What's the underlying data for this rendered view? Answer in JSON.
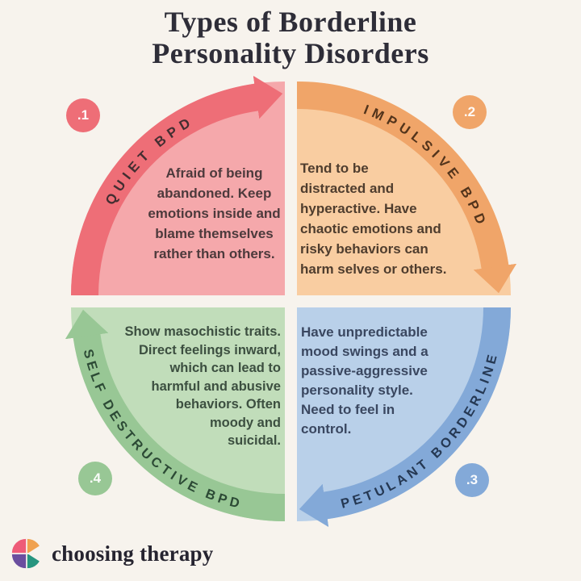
{
  "title": "Types of Borderline\nPersonality Disorders",
  "quadrants": {
    "quiet": {
      "number": ".1",
      "label": "QUIET BPD",
      "description": "Afraid of being\nabandoned. Keep\nemotions inside and\nblame themselves\nrather than others."
    },
    "impulsive": {
      "number": ".2",
      "label": "IMPULSIVE BPD",
      "description": "Tend to be\ndistracted and\nhyperactive. Have\nchaotic emotions and\nrisky behaviors can\nharm selves or others."
    },
    "petulant": {
      "number": ".3",
      "label": "PETULANT BORDERLINE",
      "description": "Have unpredictable\nmood swings and a\npassive-aggressive\npersonality style.\nNeed to feel in\ncontrol."
    },
    "self_destructive": {
      "number": ".4",
      "label": "SELF DESTRUCTIVE BPD",
      "description": "Show masochistic traits.\nDirect feelings inward,\nwhich can lead to\nharmful and abusive\nbehaviors. Often\nmoody and\nsuicidal."
    }
  },
  "colors": {
    "background": "#f7f3ed",
    "quiet_band": "#ee6e77",
    "quiet_fill": "#f5a8ab",
    "impulsive_band": "#f0a569",
    "impulsive_fill": "#f9cda1",
    "petulant_band": "#83a9d8",
    "petulant_fill": "#b9d0e9",
    "self_destructive_band": "#98c795",
    "self_destructive_fill": "#c1ddba",
    "title_text": "#2e2d38"
  },
  "footer": {
    "brand": "choosing therapy"
  }
}
